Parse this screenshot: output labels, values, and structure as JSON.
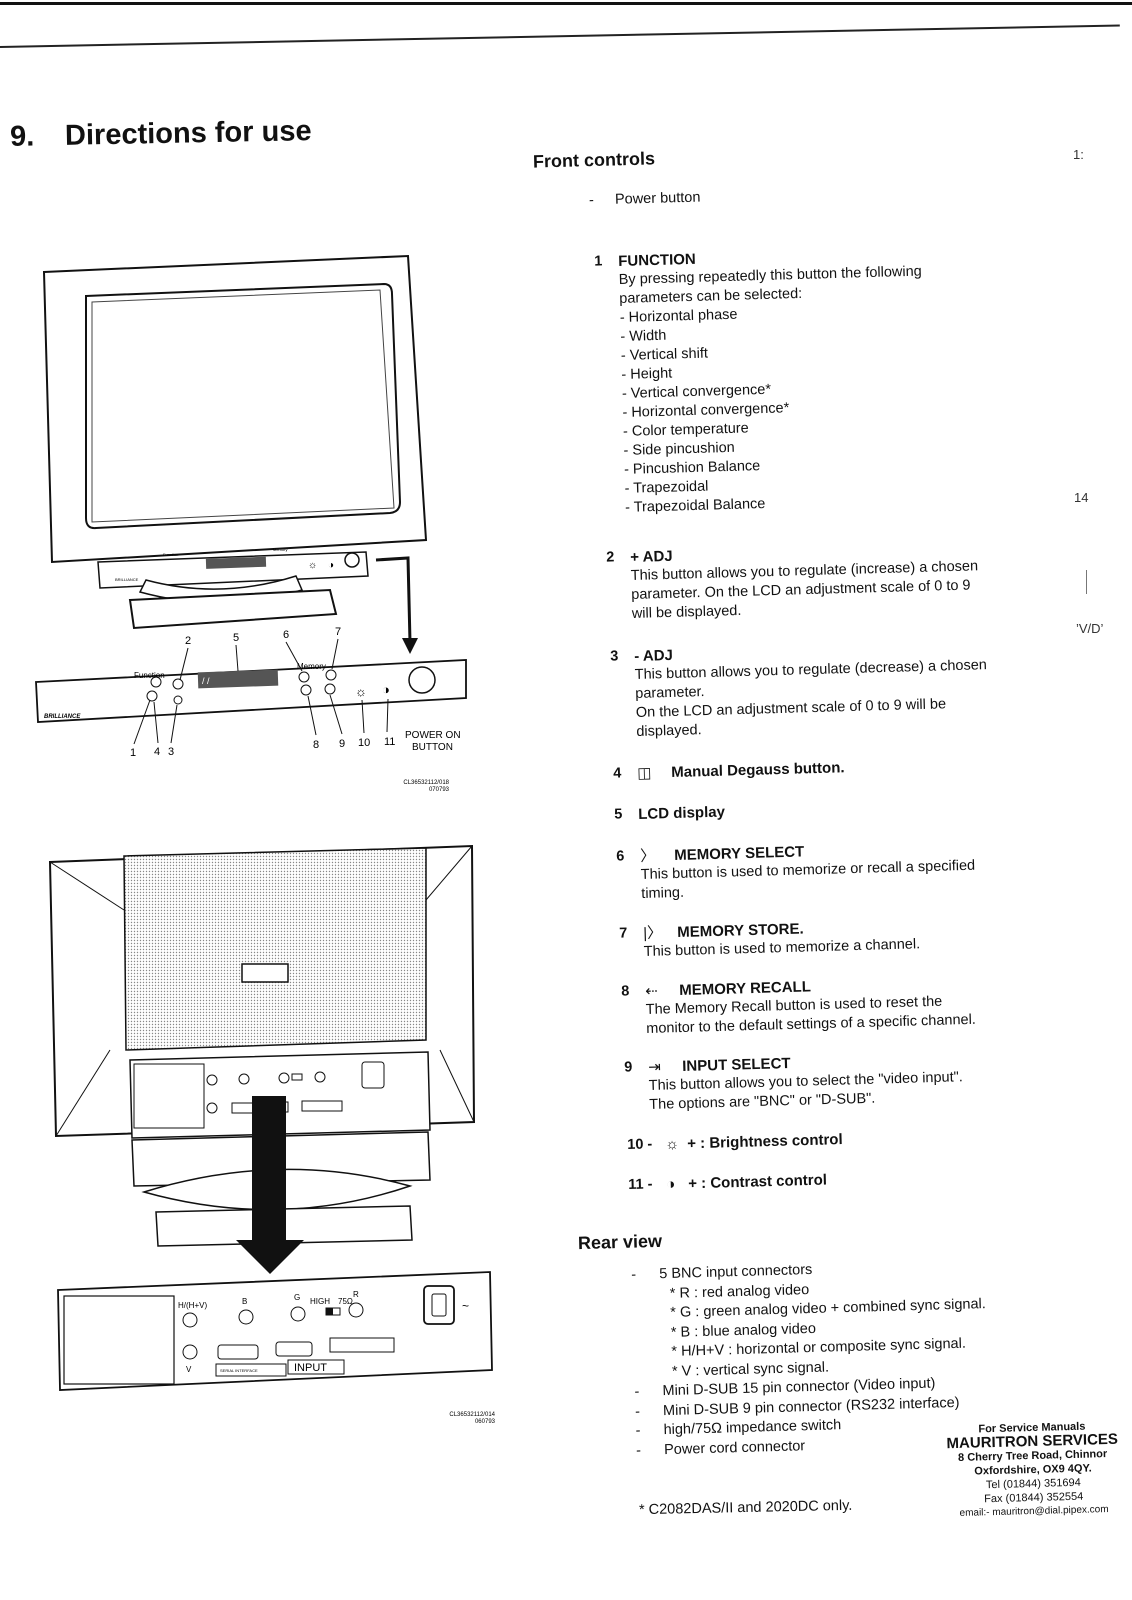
{
  "header": {
    "section_number": "9.",
    "section_title": "Directions for use"
  },
  "margin_numbers": {
    "top": "1:",
    "mid": "14",
    "cut_text": "’V/D’"
  },
  "front_controls": {
    "title": "Front controls",
    "power_button": "Power button",
    "items": [
      {
        "num": "1",
        "title": "FUNCTION",
        "symbol": "",
        "lines": [
          "By pressing repeatedly this button the following",
          "parameters can be selected:"
        ],
        "params": [
          "- Horizontal phase",
          "- Width",
          "- Vertical shift",
          "- Height",
          "- Vertical convergence*",
          "- Horizontal convergence*",
          "- Color temperature",
          "- Side pincushion",
          "- Pincushion Balance",
          "- Trapezoidal",
          "- Trapezoidal Balance"
        ]
      },
      {
        "num": "2",
        "title": "+ ADJ",
        "symbol": "",
        "lines": [
          "This button allows you to regulate (increase) a chosen",
          "parameter. On the LCD an adjustment scale of 0 to 9",
          "will be displayed."
        ]
      },
      {
        "num": "3",
        "title": "- ADJ",
        "symbol": "",
        "lines": [
          "This button allows you to regulate (decrease) a chosen",
          "parameter.",
          "On the LCD an adjustment scale of 0 to 9 will be",
          "displayed."
        ]
      },
      {
        "num": "4",
        "title": "Manual Degauss button.",
        "symbol": "◫",
        "lines": []
      },
      {
        "num": "5",
        "title": "LCD display",
        "symbol": "",
        "lines": []
      },
      {
        "num": "6",
        "title": "MEMORY SELECT",
        "symbol": "〉",
        "lines": [
          "This button is used to memorize or recall a specified",
          "timing."
        ]
      },
      {
        "num": "7",
        "title": "MEMORY STORE.",
        "symbol": "|〉",
        "lines": [
          "This button is used to memorize a channel."
        ]
      },
      {
        "num": "8",
        "title": "MEMORY RECALL",
        "symbol": "⇠",
        "lines": [
          "The Memory Recall button is used to reset the",
          "monitor to the default settings of a specific channel."
        ]
      },
      {
        "num": "9",
        "title": "INPUT SELECT",
        "symbol": "⇥",
        "lines": [
          "This button allows you to select the \"video input\".",
          "The options are \"BNC\" or \"D-SUB\"."
        ]
      },
      {
        "num": "10 -",
        "title": "+ : Brightness control",
        "symbol": "☼",
        "lines": []
      },
      {
        "num": "11 -",
        "title": "+ : Contrast control",
        "symbol": "◑",
        "lines": []
      }
    ]
  },
  "rear_view": {
    "title": "Rear view",
    "items": [
      {
        "dash": "-",
        "text": "5 BNC input connectors"
      },
      {
        "dash": "",
        "text": "* R : red analog video",
        "sub": true
      },
      {
        "dash": "",
        "text": "* G : green analog video + combined sync signal.",
        "sub": true
      },
      {
        "dash": "",
        "text": "* B : blue analog video",
        "sub": true
      },
      {
        "dash": "",
        "text": "* H/H+V : horizontal or composite sync signal.",
        "sub": true
      },
      {
        "dash": "",
        "text": "* V : vertical sync signal.",
        "sub": true
      },
      {
        "dash": "-",
        "text": "Mini D-SUB 15 pin connector (Video input)"
      },
      {
        "dash": "-",
        "text": "Mini D-SUB 9 pin connector (RS232 interface)"
      },
      {
        "dash": "-",
        "text": "high/75Ω impedance switch"
      },
      {
        "dash": "-",
        "text": "Power cord connector"
      }
    ]
  },
  "footnote": "* C2082DAS/II  and  2020DC  only.",
  "mauritron": {
    "line1": "For Service Manuals",
    "line2": "MAURITRON SERVICES",
    "line3": "8 Cherry Tree Road, Chinnor",
    "line4": "Oxfordshire, OX9 4QY.",
    "line5": "Tel (01844) 351694",
    "line6": "Fax (01844) 352554",
    "line7": "email:- mauritron@dial.pipex.com"
  },
  "front_figure": {
    "panel_brand": "BRILLIANCE",
    "function_label": "Function",
    "memory_label": "Memory",
    "callouts_top": [
      "2",
      "5",
      "6",
      "7"
    ],
    "callouts_bottom": [
      "1",
      "4",
      "3",
      "8",
      "9",
      "10",
      "11"
    ],
    "power_on_line1": "POWER ON",
    "power_on_line2": "BUTTON",
    "code_line1": "CL36532112/018",
    "code_line2": "070793"
  },
  "rear_figure": {
    "label_hhv": "H/(H+V)",
    "label_b": "B",
    "label_g": "G",
    "label_high": "HIGH",
    "label_75": "75Ω",
    "label_r": "R",
    "label_v": "V",
    "label_serial": "SERIAL INTERFACE",
    "label_input": "INPUT",
    "code_line1": "CL36532112/014",
    "code_line2": "060793"
  }
}
